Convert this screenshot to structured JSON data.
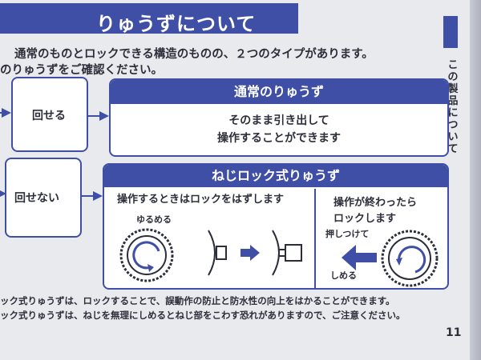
{
  "section_title": "りゅうずについて",
  "intro": {
    "line1": "通常のものとロックできる構造のものの、２つのタイプがあります。",
    "line2": "のりゅうずをご確認ください。"
  },
  "side_label": "この製品について",
  "row_normal": {
    "left_label": "回せる",
    "panel_title": "通常のりゅうず",
    "body_line1": "そのまま引き出して",
    "body_line2": "操作することができます"
  },
  "row_lock": {
    "left_label": "回せない",
    "panel_title": "ねじロック式りゅうず",
    "unlock_heading": "操作するときはロックをはずします",
    "loosen_label": "ゆるめる",
    "lock_heading_line1": "操作が終わったら",
    "lock_heading_line2": "ロックします",
    "push_label": "押しつけて",
    "tighten_label": "しめる"
  },
  "footnotes": {
    "line1": "ック式りゅうずは、ロックすることで、誤動作の防止と防水性の向上をはかることができます。",
    "line2": "ック式りゅうずは、ねじを無理にしめるとねじ部をこわす恐れがありますので、ご注意ください。"
  },
  "page_number": "11",
  "colors": {
    "accent": "#3f4fa6",
    "paper": "#e9eaee",
    "text": "#2b2d3a"
  }
}
